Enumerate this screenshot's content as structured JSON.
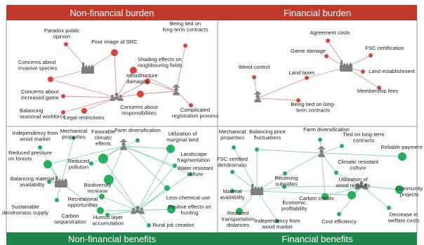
{
  "headers": {
    "non_financial_burden": "Non-financial burden",
    "financial_burden": "Financial burden",
    "non_financial_benefits": "Non-financial benefits",
    "financial_benefits": "Financial benefits"
  },
  "colors": {
    "burden_accent": "#c0392b",
    "burden_node": "#d64541",
    "burden_line": "#e07b73",
    "benefit_accent": "#1e8449",
    "benefit_node": "#27ae60",
    "benefit_line": "#6fcf97",
    "icon": "#7f7f7f"
  },
  "panels": {
    "non_financial_burden": {
      "actors": [
        {
          "key": "industry",
          "icon": "factory-icon"
        },
        {
          "key": "owners",
          "icon": "group-icon"
        },
        {
          "key": "manager",
          "icon": "forester-icon"
        }
      ],
      "nodes": [
        {
          "key": "paradox",
          "label": [
            "Paradox public",
            "opinion"
          ]
        },
        {
          "key": "poor_image",
          "label": [
            "Poor image of SRC"
          ]
        },
        {
          "key": "tied_contracts",
          "label": [
            "Being tied on",
            "long-term contracts"
          ]
        },
        {
          "key": "shading",
          "label": [
            "Shading effects on",
            "neighbouring fields"
          ]
        },
        {
          "key": "invasive",
          "label": [
            "Concerns about",
            "invasive species"
          ]
        },
        {
          "key": "infrastructure",
          "label": [
            "Infrastructure",
            "damages"
          ]
        },
        {
          "key": "game",
          "label": [
            "Concerns about",
            "increased game"
          ]
        },
        {
          "key": "workforce",
          "label": [
            "Balancing",
            "seasonal workforce"
          ]
        },
        {
          "key": "legal",
          "label": [
            "Legal restrictions"
          ]
        },
        {
          "key": "responsibilities",
          "label": [
            "Concerns about",
            "responsibilities"
          ]
        },
        {
          "key": "registration",
          "label": [
            "Complicated",
            "registration process"
          ]
        }
      ]
    },
    "financial_burden": {
      "actors": [
        {
          "key": "industry",
          "icon": "factory-icon"
        },
        {
          "key": "manager",
          "icon": "forester-icon"
        }
      ],
      "nodes": [
        {
          "key": "agreement",
          "label": [
            "Agreement costs"
          ]
        },
        {
          "key": "game_damage",
          "label": [
            "Game damage"
          ]
        },
        {
          "key": "fsc",
          "label": [
            "FSC certification"
          ]
        },
        {
          "key": "weed",
          "label": [
            "Weed control"
          ]
        },
        {
          "key": "land_tax",
          "label": [
            "Land taxes"
          ]
        },
        {
          "key": "land_est",
          "label": [
            "Land establishment"
          ]
        },
        {
          "key": "membership",
          "label": [
            "Membership fees"
          ]
        },
        {
          "key": "tied",
          "label": [
            "Being tied on long-",
            "term contracts"
          ]
        }
      ]
    },
    "non_financial_benefits": {
      "actors": [
        {
          "key": "industry",
          "icon": "factory-icon"
        },
        {
          "key": "manager",
          "icon": "forester-icon"
        },
        {
          "key": "owners",
          "icon": "group-icon"
        }
      ],
      "nodes": [
        {
          "key": "independency",
          "label": [
            "Independency from",
            "wood market"
          ]
        },
        {
          "key": "mech",
          "label": [
            "Mechanical",
            "properties"
          ]
        },
        {
          "key": "climatic",
          "label": [
            "Favorable",
            "climatic",
            "effects"
          ]
        },
        {
          "key": "farm_div",
          "label": [
            "Farm diversification"
          ]
        },
        {
          "key": "marginal",
          "label": [
            "Utilization of",
            "marginal land"
          ]
        },
        {
          "key": "pressure",
          "label": [
            "Reduced pressure",
            "on forests"
          ]
        },
        {
          "key": "pollution",
          "label": [
            "Reduced",
            "pollution"
          ]
        },
        {
          "key": "landscape",
          "label": [
            "Landscape",
            "fragmentation"
          ]
        },
        {
          "key": "water",
          "label": [
            "Water resistant",
            "culture"
          ]
        },
        {
          "key": "material",
          "label": [
            "Balancing material",
            "availability"
          ]
        },
        {
          "key": "biodiversity",
          "label": [
            "Biodiversity",
            "increase"
          ]
        },
        {
          "key": "chemical",
          "label": [
            "Less chemical use"
          ]
        },
        {
          "key": "recreational",
          "label": [
            "Recreational",
            "opportunities"
          ]
        },
        {
          "key": "sustainable",
          "label": [
            "Sustainable",
            "dendromass supply"
          ]
        },
        {
          "key": "hunting",
          "label": [
            "Positive effects on",
            "hunting"
          ]
        },
        {
          "key": "carbon",
          "label": [
            "Carbon",
            "sequestration"
          ]
        },
        {
          "key": "humus",
          "label": [
            "Humus layer",
            "accumulation"
          ]
        },
        {
          "key": "rural",
          "label": [
            "Rural job creation"
          ]
        }
      ]
    },
    "financial_benefits": {
      "actors": [
        {
          "key": "industry",
          "icon": "factory-icon"
        },
        {
          "key": "manager",
          "icon": "forester-icon"
        },
        {
          "key": "owners",
          "icon": "group-icon"
        }
      ],
      "nodes": [
        {
          "key": "mech",
          "label": [
            "Mechanical",
            "properties"
          ]
        },
        {
          "key": "price",
          "label": [
            "Balancing price",
            "fluctuations"
          ]
        },
        {
          "key": "farm_div",
          "label": [
            "Farm diversification"
          ]
        },
        {
          "key": "tied",
          "label": [
            "Tied on long-term",
            "contracts"
          ]
        },
        {
          "key": "payment",
          "label": [
            "Reliable payment"
          ]
        },
        {
          "key": "fsc_dendro",
          "label": [
            "FSC certified",
            "dendromass"
          ]
        },
        {
          "key": "subsidies",
          "label": [
            "Receiving",
            "subsidies"
          ]
        },
        {
          "key": "climate_res",
          "label": [
            "Climatic resistant",
            "culture"
          ]
        },
        {
          "key": "residues",
          "label": [
            "Utilization of",
            "wood residues"
          ]
        },
        {
          "key": "material",
          "label": [
            "Material",
            "availability"
          ]
        },
        {
          "key": "carbon_credits",
          "label": [
            "Carbon credits"
          ]
        },
        {
          "key": "econ",
          "label": [
            "Economic",
            "profitability"
          ]
        },
        {
          "key": "community",
          "label": [
            "Community",
            "projects"
          ]
        },
        {
          "key": "transport",
          "label": [
            "Reduced",
            "transportation",
            "distances"
          ]
        },
        {
          "key": "independency",
          "label": [
            "Independency from",
            "wood market"
          ]
        },
        {
          "key": "efficiency",
          "label": [
            "Cost efficiency"
          ]
        },
        {
          "key": "welfare",
          "label": [
            "Decrease in",
            "welfare costs"
          ]
        }
      ]
    }
  }
}
